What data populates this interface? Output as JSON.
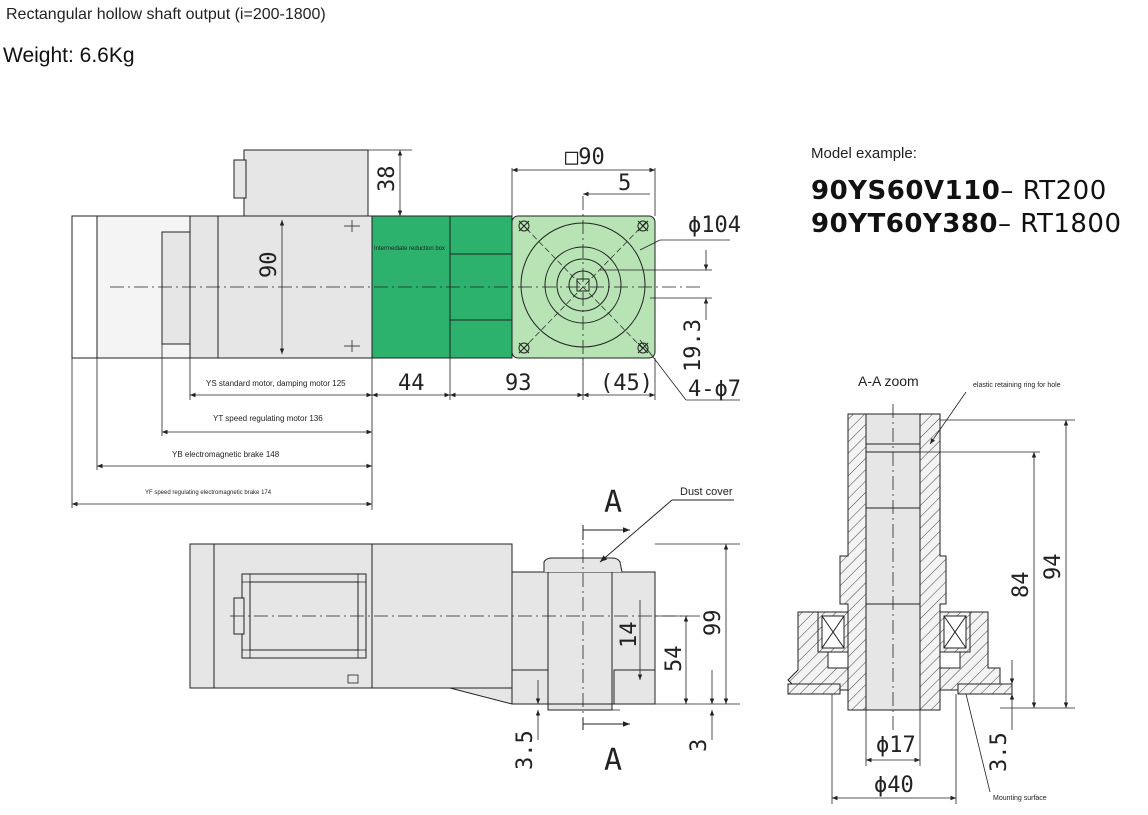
{
  "header": {
    "title": "Rectangular hollow shaft output (i=200-1800)",
    "weight": "Weight: 6.6Kg"
  },
  "model": {
    "label": "Model example:",
    "line1_bold": "90YS60V110",
    "line1_rest": "– RT200",
    "line2_bold": "90YT60Y380",
    "line2_rest": "– RT1800"
  },
  "top_view": {
    "box_label": "Intermediate reduction box",
    "dims": {
      "square": "□90",
      "offset": "5",
      "top_height": "38",
      "motor_height": "90",
      "diameter_flange": "ϕ104",
      "center_offset": "19.3",
      "holes": "4-ϕ7",
      "len_44": "44",
      "len_93": "93",
      "len_45": "(45)"
    },
    "lengths": {
      "ys": "YS standard motor, damping motor 125",
      "yt": "YT speed regulating motor 136",
      "yb": "YB electromagnetic brake 148",
      "yf": "YF speed regulating electromagnetic brake 174"
    }
  },
  "side_view": {
    "section_mark": "A",
    "dust_cover": "Dust cover",
    "dims": {
      "d14": "14",
      "d54": "54",
      "d99": "99",
      "d35": "3.5",
      "d3": "3"
    }
  },
  "section": {
    "title": "A-A zoom",
    "ring_label": "elastic retaining ring for hole",
    "mount_label": "Mounting surface",
    "dims": {
      "d84": "84",
      "d94": "94",
      "d17": "ϕ17",
      "d40": "ϕ40",
      "d35": "3.5"
    }
  },
  "colors": {
    "green_box": "#2db26e",
    "green_flange": "#b7e3b5",
    "motor_grey": "#e6e6e6",
    "line": "#222222"
  }
}
